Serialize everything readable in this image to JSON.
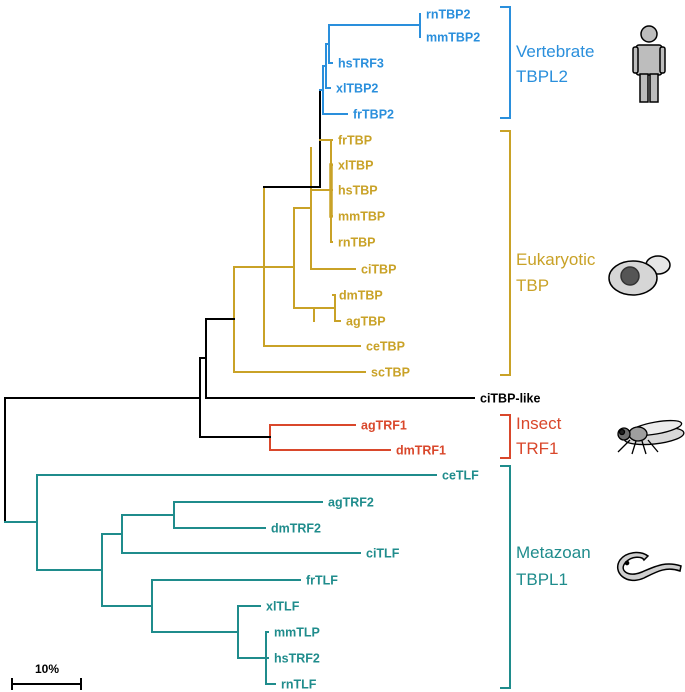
{
  "colors": {
    "vertebrate": "#2a8fdc",
    "eukaryotic": "#c9a227",
    "insect": "#d9472b",
    "metazoan": "#1f8c8c",
    "outgroup": "#000000"
  },
  "scale_bar": {
    "label": "10%"
  },
  "groups": {
    "vertebrate": {
      "line1": "Vertebrate",
      "line2": "TBPL2",
      "icon": "human-figure-icon"
    },
    "eukaryotic": {
      "line1": "Eukaryotic",
      "line2": "TBP",
      "icon": "yeast-cell-icon"
    },
    "insect": {
      "line1": "Insect",
      "line2": "TRF1",
      "icon": "fly-icon"
    },
    "metazoan": {
      "line1": "Metazoan",
      "line2": "TBPL1",
      "icon": "worm-icon"
    }
  },
  "leaves": [
    "rnTBP2",
    "mmTBP2",
    "hsTRF3",
    "xlTBP2",
    "frTBP2",
    "frTBP",
    "xlTBP",
    "hsTBP",
    "mmTBP",
    "rnTBP",
    "ciTBP",
    "dmTBP",
    "agTBP",
    "ceTBP",
    "scTBP",
    "ciTBP-like",
    "agTRF1",
    "dmTRF1",
    "ceTLF",
    "agTRF2",
    "dmTRF2",
    "ciTLF",
    "frTLF",
    "xlTLF",
    "mmTLP",
    "hsTRF2",
    "rnTLF"
  ]
}
